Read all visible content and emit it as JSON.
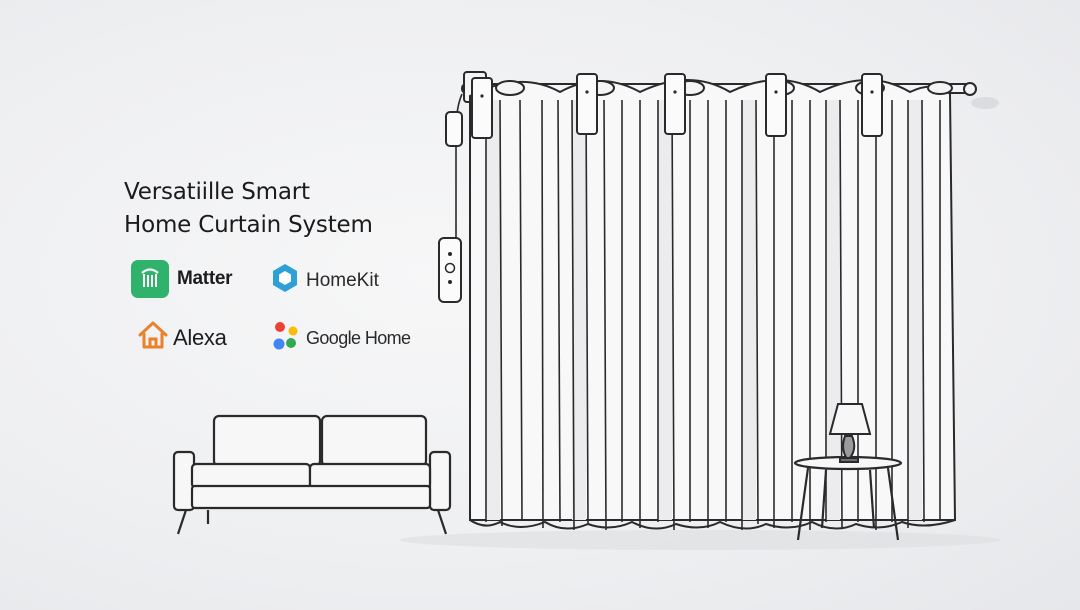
{
  "headline": {
    "line1": "Versatiille Smart",
    "line2": "Home Curtain System"
  },
  "badges": {
    "matter": {
      "label": "Matter",
      "icon": "matter-icon",
      "color": "#2fb36c"
    },
    "homekit": {
      "label": "HomeKit",
      "icon": "homekit-icon",
      "color": "#2f9fd8"
    },
    "alexa": {
      "label": "Alexa",
      "icon": "alexa-home-icon",
      "color": "#e8822b"
    },
    "google": {
      "label": "Google Home",
      "icon": "google-home-icon",
      "colors": [
        "#ea4335",
        "#fbbc05",
        "#34a853",
        "#4285f4"
      ]
    }
  },
  "illustration": {
    "items": [
      "curtain",
      "curtain-rod",
      "motor-units",
      "wall-remote",
      "sofa",
      "side-table",
      "table-lamp"
    ]
  }
}
